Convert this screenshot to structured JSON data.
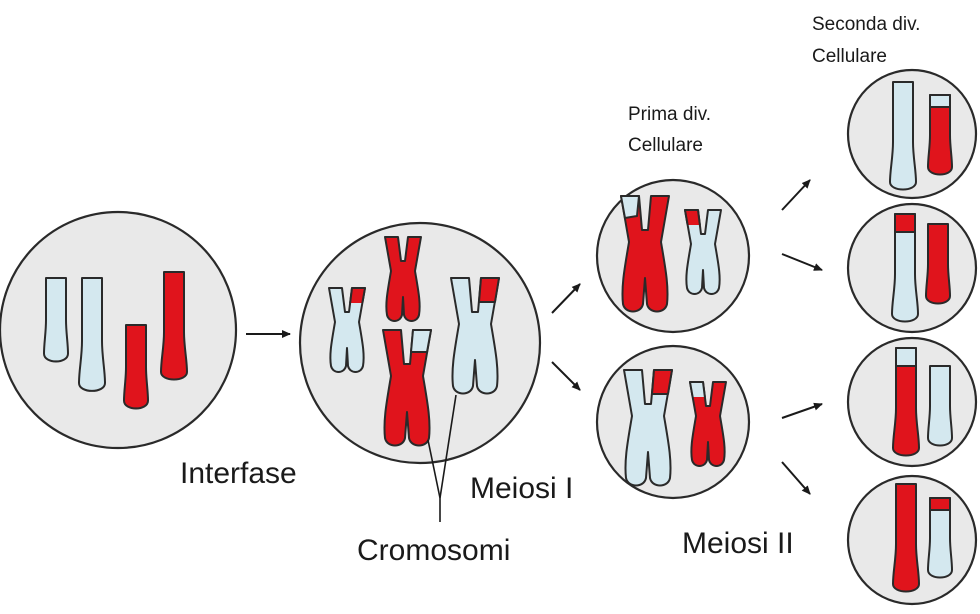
{
  "labels": {
    "interfase": "Interfase",
    "meiosi_1": "Meiosi I",
    "cromosomi": "Cromosomi",
    "meiosi_2": "Meiosi II",
    "prima_div_line1": "Prima div.",
    "prima_div_line2": "Cellulare",
    "seconda_div_line1": "Seconda div.",
    "seconda_div_line2": "Cellulare"
  },
  "colors": {
    "paternal": "#e0141c",
    "maternal": "#d4e8ef",
    "cell_fill": "#e9e9e9",
    "outline": "#2a2a2a"
  }
}
